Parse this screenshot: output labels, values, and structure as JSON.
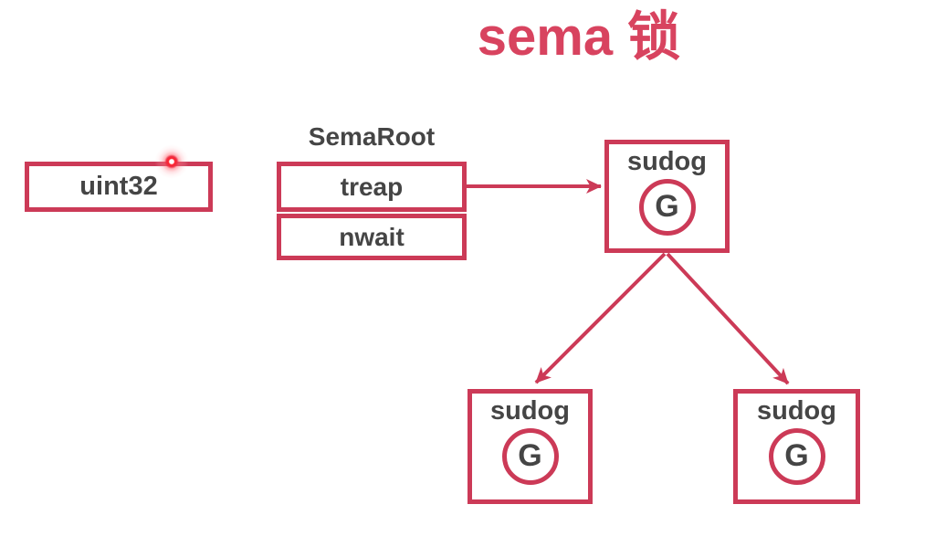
{
  "title": "sema 锁",
  "colors": {
    "accent": "#cc3a57",
    "title_text": "#d8435f",
    "label_text": "#454545",
    "laser_pointer": "#ff1f2a",
    "background": "#ffffff"
  },
  "diagram": {
    "uint32_box": {
      "label": "uint32"
    },
    "sema_root": {
      "title": "SemaRoot",
      "rows": [
        {
          "label": "treap"
        },
        {
          "label": "nwait"
        }
      ]
    },
    "sudog_nodes": [
      {
        "label": "sudog",
        "goroutine": "G"
      },
      {
        "label": "sudog",
        "goroutine": "G"
      },
      {
        "label": "sudog",
        "goroutine": "G"
      }
    ]
  }
}
